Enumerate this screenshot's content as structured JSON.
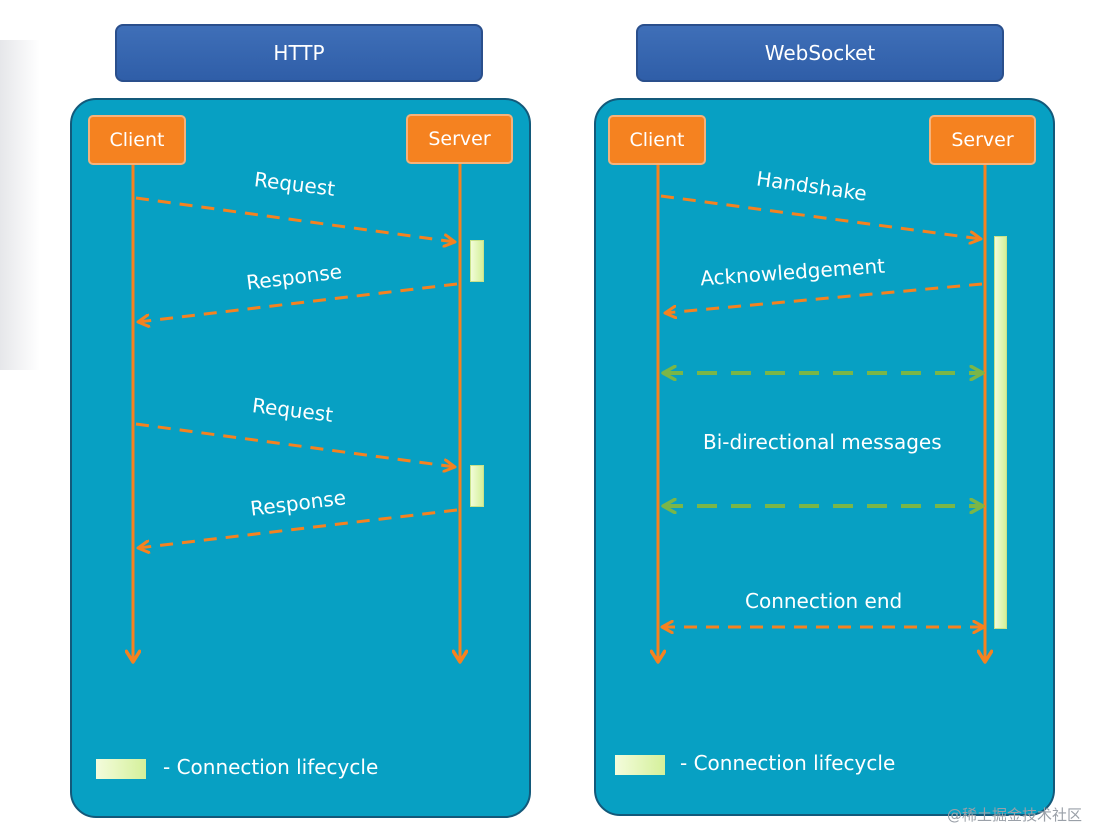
{
  "http": {
    "title": "HTTP",
    "client": "Client",
    "server": "Server",
    "messages": [
      "Request",
      "Response",
      "Request",
      "Response"
    ],
    "legend": "- Connection lifecycle"
  },
  "websocket": {
    "title": "WebSocket",
    "client": "Client",
    "server": "Server",
    "messages": [
      "Handshake",
      "Acknowledgement",
      "Bi-directional messages",
      "Connection end"
    ],
    "legend": "- Connection lifecycle"
  },
  "watermark": "@稀土掘金技术社区",
  "colors": {
    "panel": "#07a0c3",
    "header": "#2f5ea8",
    "actor": "#f58220",
    "orange_arrow": "#f58220",
    "green_arrow": "#7ab648",
    "lifecycle": "#e4f6b8"
  }
}
